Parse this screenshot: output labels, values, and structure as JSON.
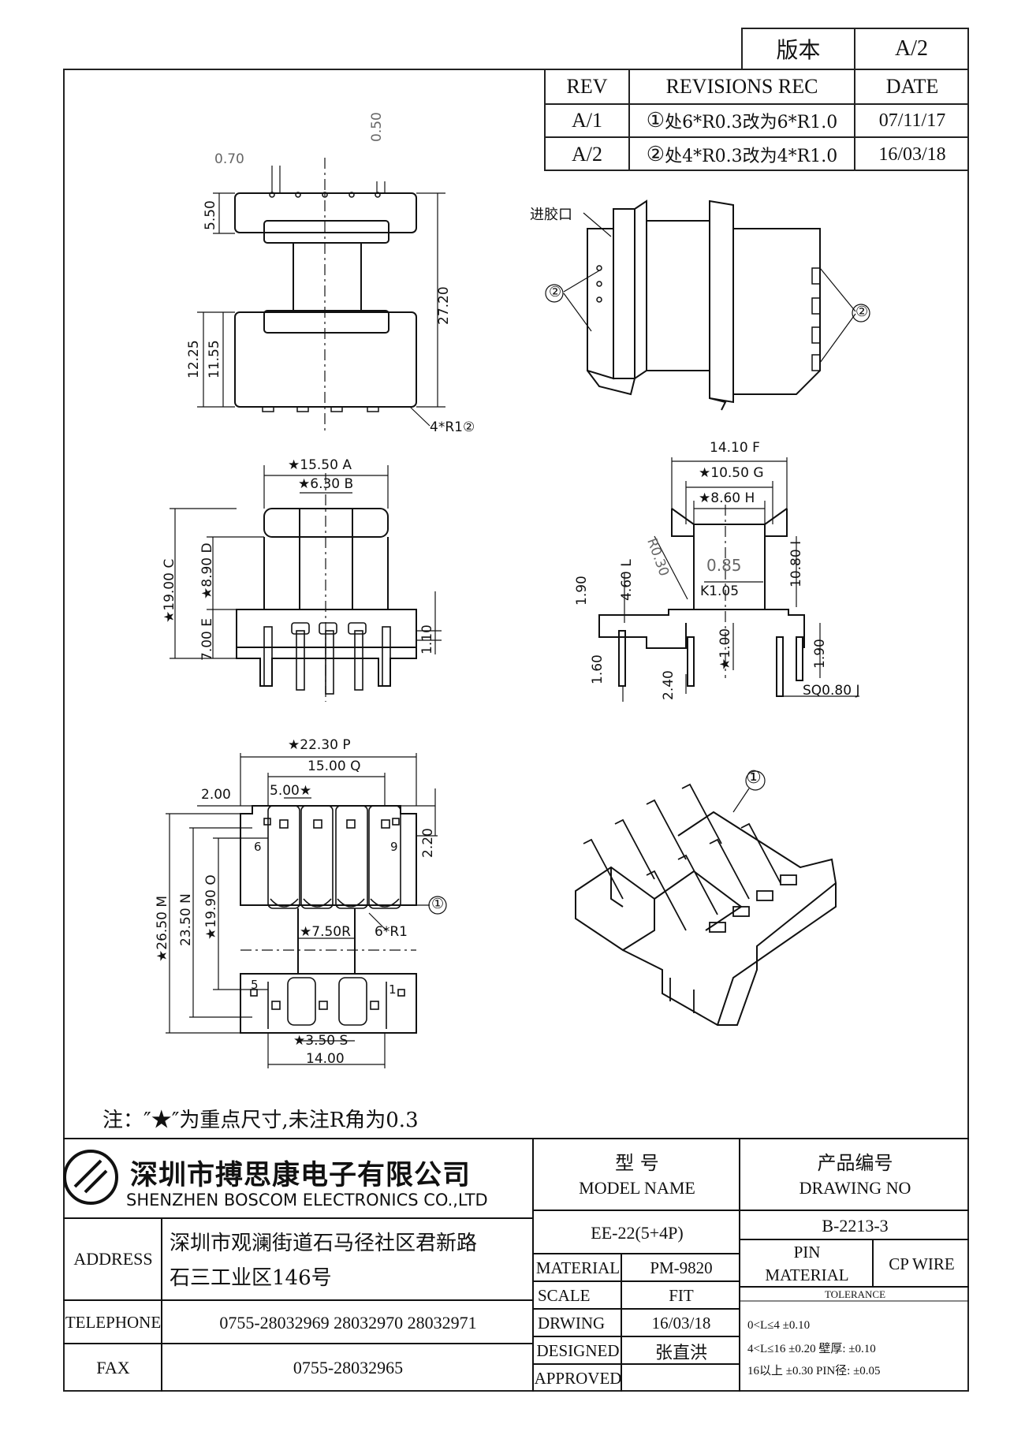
{
  "version_box": {
    "label": "版本",
    "value": "A/2"
  },
  "revisions": {
    "headers": [
      "REV",
      "REVISIONS REC",
      "DATE"
    ],
    "rows": [
      {
        "rev": "A/1",
        "mark": "①",
        "text": "处6*R0.3改为6*R1.0",
        "date": "07/11/17"
      },
      {
        "rev": "A/2",
        "mark": "②",
        "text": "处4*R0.3改为4*R1.0",
        "date": "16/03/18"
      }
    ]
  },
  "views": {
    "side": {
      "d070": "0.70",
      "d050": "0.50",
      "d550": "5.50",
      "d2720": "27.20",
      "d1225": "12.25",
      "d1155": "11.55",
      "r": "4*R1",
      "r_mark": "②"
    },
    "iso_top": {
      "gate": "进胶口",
      "mark_left": "②",
      "mark_right": "②"
    },
    "front": {
      "a": "15.50",
      "a_tag": "A",
      "b": "6.30",
      "b_tag": "B",
      "c": "19.00",
      "c_tag": "C",
      "d": "8.90",
      "d_tag": "D",
      "e": "7.00",
      "e_tag": "E",
      "d110": "1.10",
      "star": "★"
    },
    "end": {
      "f": "14.10",
      "f_tag": "F",
      "g": "10.50",
      "g_tag": "G",
      "h": "8.60",
      "h_tag": "H",
      "i": "10.80",
      "i_tag": "I",
      "r030": "R0.30",
      "d085": "0.85",
      "k": "1.05",
      "k_tag": "K",
      "d190a": "1.90",
      "l": "4.60",
      "l_tag": "L",
      "d100": "1.00",
      "d190b": "1.90",
      "d160": "1.60",
      "d240": "2.40",
      "sq": "SQ0.80",
      "sq_tag": "J"
    },
    "bottom": {
      "p": "22.30",
      "p_tag": "P",
      "q": "15.00",
      "q_tag": "Q",
      "d200": "2.00",
      "d500": "5.00",
      "d220": "2.20",
      "pin6": "6",
      "pin9": "9",
      "mark1": "①",
      "r6": "6*R1",
      "r_val": "7.50",
      "r_tag": "R",
      "m": "26.50",
      "m_tag": "M",
      "n": "23.50",
      "n_tag": "N",
      "o": "19.90",
      "o_tag": "O",
      "pin5": "5",
      "pin1": "1",
      "s": "3.50",
      "s_tag": "S",
      "d1400": "14.00"
    },
    "iso_bottom": {
      "mark": "①"
    }
  },
  "note": "注：″★″为重点尺寸,未注R角为0.3",
  "title_block": {
    "company_cn": "深圳市搏思康电子有限公司",
    "company_en": "SHENZHEN BOSCOM ELECTRONICS CO.,LTD",
    "address_label": "ADDRESS",
    "address_line1": "深圳市观澜街道石马径社区君新路",
    "address_line2": "石三工业区146号",
    "telephone_label": "TELEPHONE",
    "telephone": "0755-28032969 28032970 28032971",
    "fax_label": "FAX",
    "fax": "0755-28032965",
    "model_cn": "型    号",
    "model_en": "MODEL NAME",
    "model_value": "EE-22(5+4P)",
    "drawing_cn": "产品编号",
    "drawing_en": "DRAWING NO",
    "drawing_value": "B-2213-3",
    "material_label": "MATERIAL",
    "material_value": "PM-9820",
    "scale_label": "SCALE",
    "scale_value": "FIT",
    "drwing_label": "DRWING",
    "drwing_value": "16/03/18",
    "designed_label": "DESIGNED",
    "designed_value": "张直洪",
    "approved_label": "APPROVED",
    "pin_label": "PIN",
    "pin_material": "MATERIAL",
    "pin_value": "CP WIRE",
    "tolerance_label": "TOLERANCE",
    "tol1": "0<L≤4  ±0.10",
    "tol2": "4<L≤16  ±0.20  壁厚:  ±0.10",
    "tol3": "16以上     ±0.30  PIN径: ±0.05"
  }
}
